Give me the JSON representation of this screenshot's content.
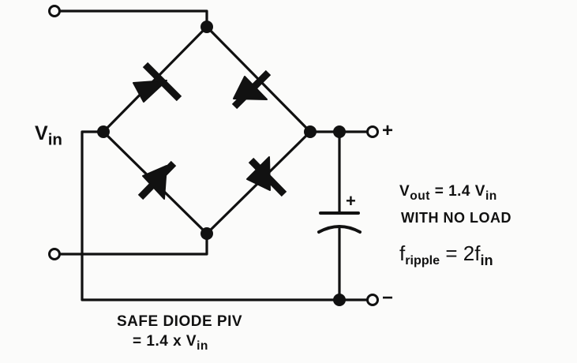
{
  "labels": {
    "vin": {
      "main": "V",
      "sub": "in"
    },
    "plus_terminal": "+",
    "minus_terminal": "−",
    "cap_polarity": "+",
    "vout_formula": {
      "v": "V",
      "v_sub": "out",
      "mid": " = 1.4 V",
      "mid_sub": "in"
    },
    "no_load": "WITH NO LOAD",
    "ripple_formula": {
      "f": "f",
      "f_sub": "ripple",
      "mid": " = 2f",
      "mid_sub": "in"
    },
    "piv_line1": "SAFE DIODE PIV",
    "piv_line2": {
      "text": "= 1.4 x V",
      "sub": "in"
    }
  },
  "components": {
    "diodes": [
      "diode-top-left",
      "diode-top-right",
      "diode-bottom-left",
      "diode-bottom-right"
    ],
    "capacitor": "filter-capacitor",
    "terminals": [
      "input-terminal-top",
      "input-terminal-bottom",
      "output-terminal-plus",
      "output-terminal-minus"
    ]
  },
  "colors": {
    "ink": "#111111",
    "paper": "#fbfbfa"
  }
}
